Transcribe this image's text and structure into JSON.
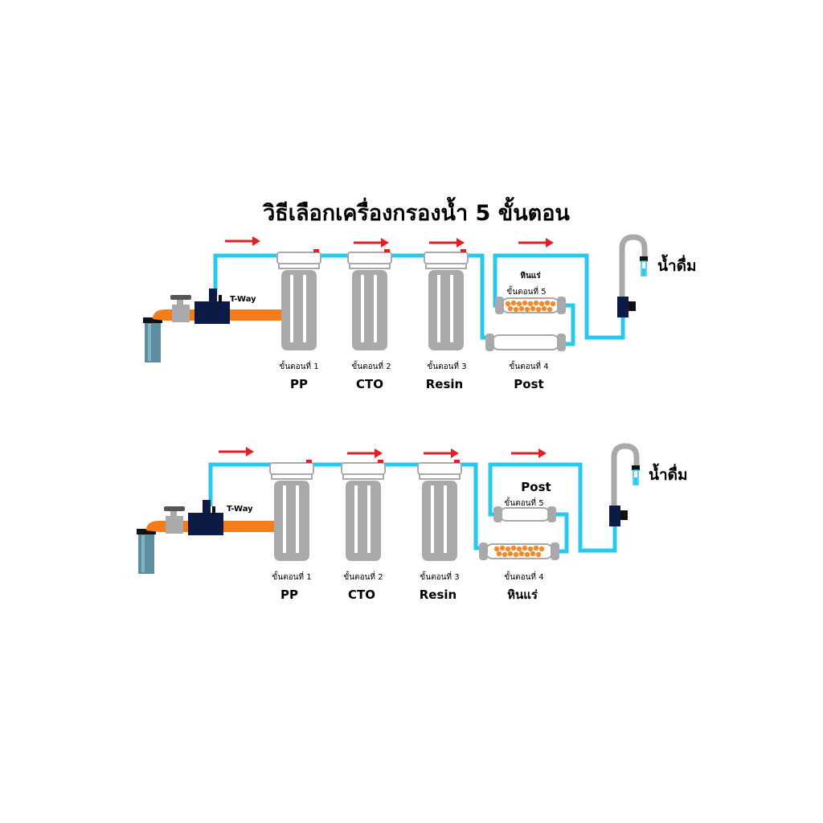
{
  "title": "วิธีเลือกเครื่องกรองน้ำ 5 ขั้นตอน",
  "colors": {
    "water_line": "#27c9ec",
    "supply_pipe": "#f57c1a",
    "arrow": "#e41e26",
    "housing": "#a9a9ab",
    "fitting": "#0d1a45",
    "media": "#f28a2a"
  },
  "diagram1": {
    "tway": "T-Way",
    "drinking": "น้ำดื่ม",
    "steps": [
      {
        "caption": "ขั้นตอนที่ 1",
        "name": "PP"
      },
      {
        "caption": "ขั้นตอนที่ 2",
        "name": "CTO"
      },
      {
        "caption": "ขั้นตอนที่ 3",
        "name": "Resin"
      },
      {
        "caption": "ขั้นตอนที่ 4",
        "name": "Post"
      }
    ],
    "step5_caption": "ขั้นตอนที่ 5",
    "step5_name": "หินแร่"
  },
  "diagram2": {
    "tway": "T-Way",
    "drinking": "น้ำดื่ม",
    "steps": [
      {
        "caption": "ขั้นตอนที่ 1",
        "name": "PP"
      },
      {
        "caption": "ขั้นตอนที่ 2",
        "name": "CTO"
      },
      {
        "caption": "ขั้นตอนที่ 3",
        "name": "Resin"
      },
      {
        "caption": "ขั้นตอนที่ 4",
        "name": "หินแร่"
      }
    ],
    "step5_caption": "ขั้นตอนที่ 5",
    "step5_name": "Post"
  }
}
